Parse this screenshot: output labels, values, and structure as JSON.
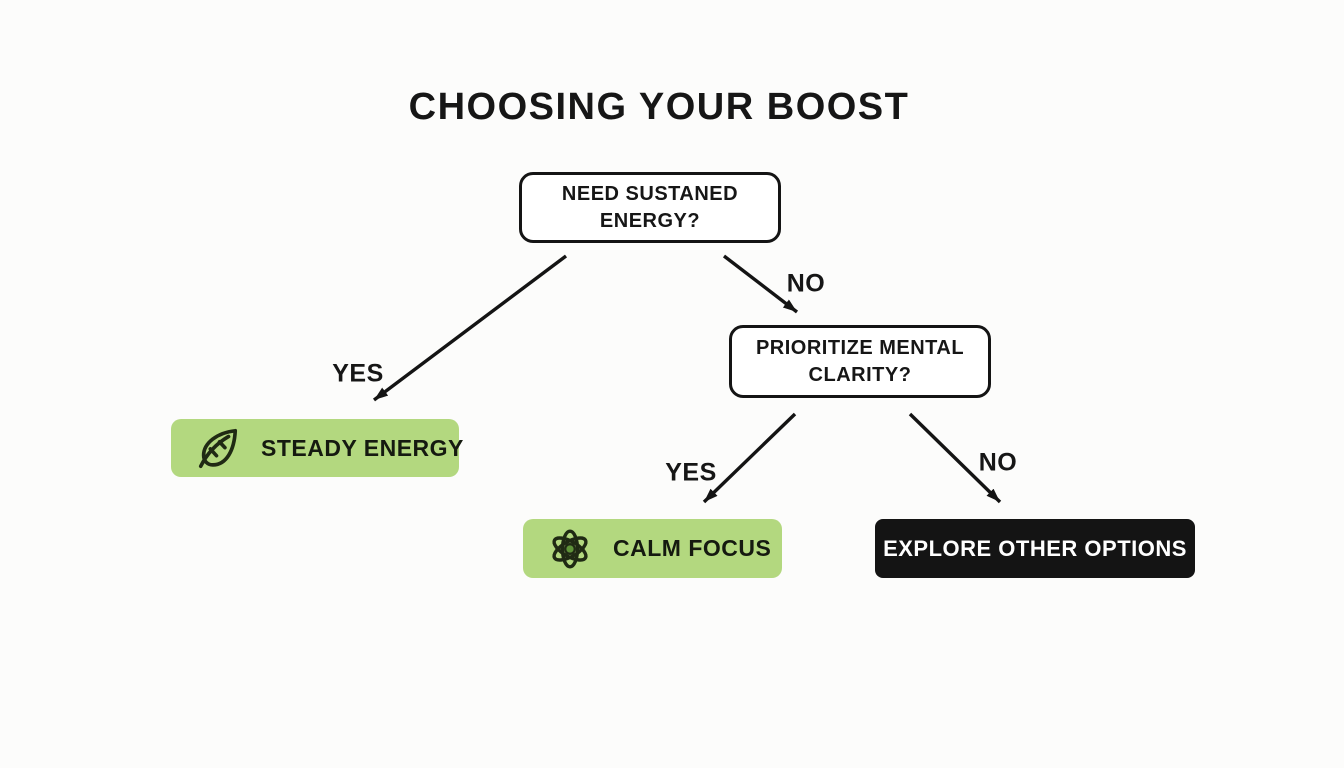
{
  "title": "CHOOSING YOUR BOOST",
  "flowchart": {
    "decisions": [
      {
        "label": "NEED SUSTANED\nENERGY?"
      },
      {
        "label": "PRIORITIZE MENTAL\nCLARITY?"
      }
    ],
    "outcomes": [
      {
        "label": "STEADY ENERGY",
        "icon": "leaf-icon",
        "variant": "green"
      },
      {
        "label": "CALM FOCUS",
        "icon": "atom-icon",
        "variant": "green"
      },
      {
        "label": "EXPLORE OTHER OPTIONS",
        "icon": null,
        "variant": "black"
      }
    ],
    "edges": [
      {
        "from": "NEED SUSTANED ENERGY?",
        "to": "STEADY ENERGY",
        "label": "YES"
      },
      {
        "from": "NEED SUSTANED ENERGY?",
        "to": "PRIORITIZE MENTAL CLARITY?",
        "label": "NO"
      },
      {
        "from": "PRIORITIZE MENTAL CLARITY?",
        "to": "CALM FOCUS",
        "label": "YES"
      },
      {
        "from": "PRIORITIZE MENTAL CLARITY?",
        "to": "EXPLORE OTHER OPTIONS",
        "label": "NO"
      }
    ]
  },
  "colors": {
    "background": "#fcfcfb",
    "box_border": "#141414",
    "box_fill": "#ffffff",
    "outcome_green": "#b3d87f",
    "outcome_black": "#141414",
    "text_dark": "#161616",
    "text_light": "#ffffff",
    "arrow": "#141414",
    "icon_stroke": "#202a14",
    "atom_nucleus": "#5f9339"
  }
}
